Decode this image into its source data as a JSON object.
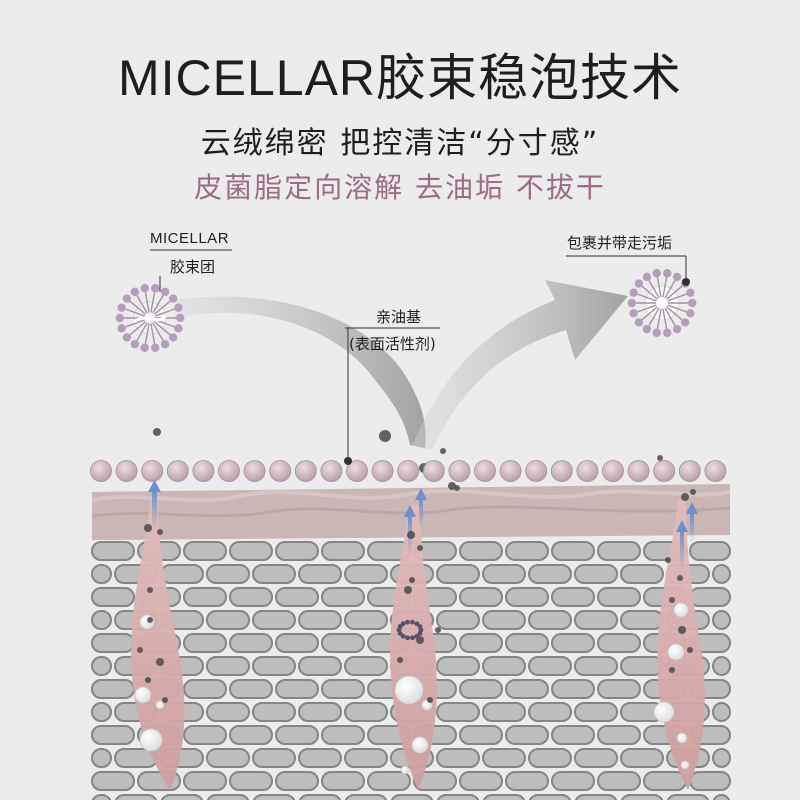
{
  "title": "MICELLAR胶束稳泡技术",
  "subtitle_1": "云绒绵密 把控清洁“分寸感”",
  "subtitle_2": "皮菌脂定向溶解 去油垢 不拔干",
  "labels": {
    "micellar": "MICELLAR",
    "micelle": "胶束团",
    "lipophilic": "亲油基",
    "surfactant": "(表面活性剂)",
    "wrap_dirt": "包裹并带走污垢"
  },
  "colors": {
    "background": "#ececec",
    "text": "#1e1e1e",
    "accent": "#9a6c85",
    "skin": "#c8b2b2",
    "cells": "#8f8f8f",
    "pore": "#d8aaa8",
    "bubble_blue": "#6e8fcc"
  }
}
